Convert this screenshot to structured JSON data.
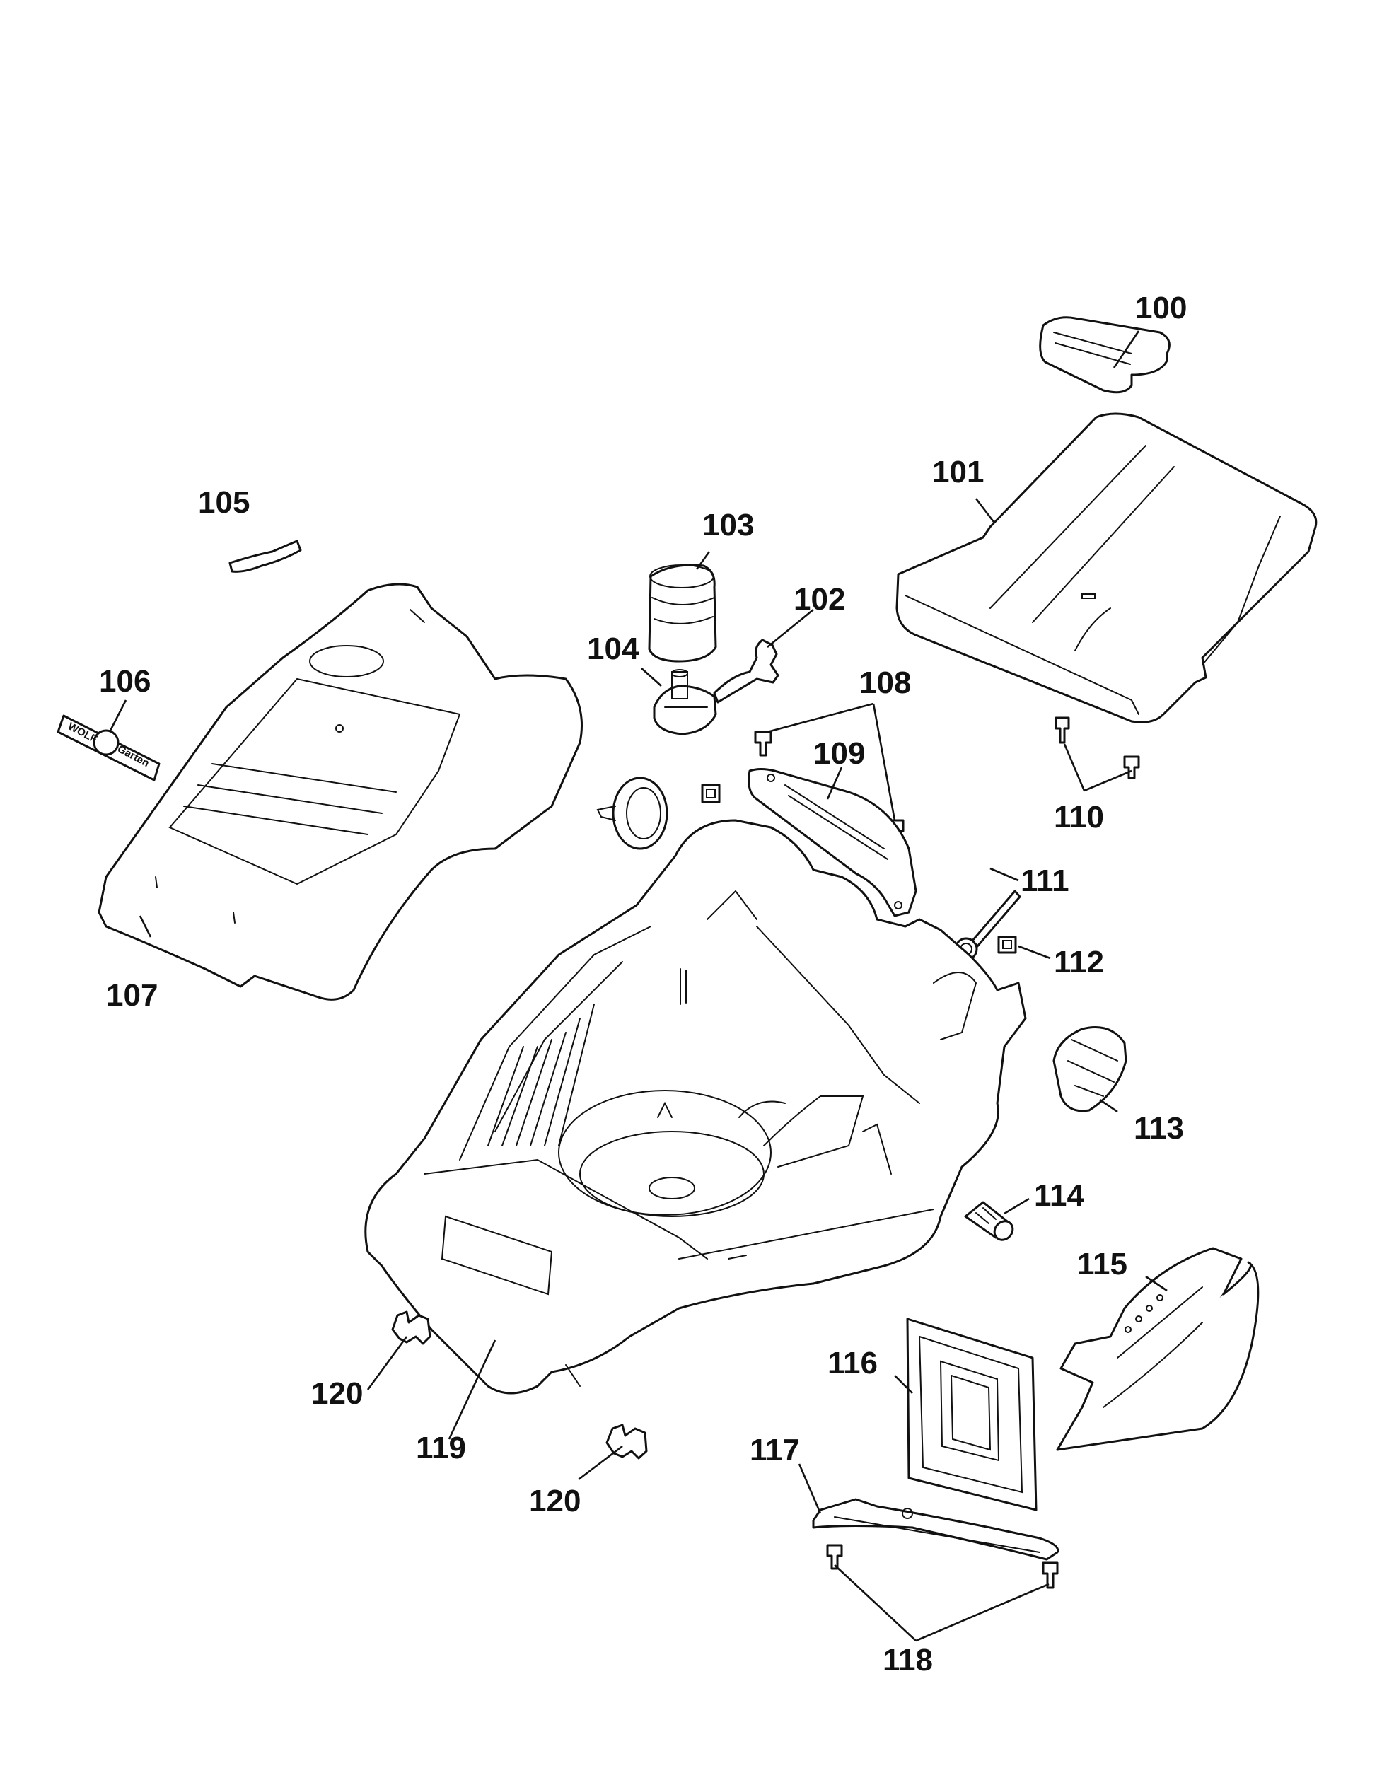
{
  "diagram": {
    "callouts": {
      "c100": "100",
      "c101": "101",
      "c102": "102",
      "c103": "103",
      "c104": "104",
      "c105": "105",
      "c106": "106",
      "c107": "107",
      "c108": "108",
      "c109": "109",
      "c110": "110",
      "c111": "111",
      "c112": "112",
      "c113": "113",
      "c114": "114",
      "c115": "115",
      "c116": "116",
      "c117": "117",
      "c118": "118",
      "c119": "119",
      "c120a": "120",
      "c120b": "120"
    },
    "logo_text": {
      "left": "WOLF",
      "right": "Garten"
    }
  }
}
